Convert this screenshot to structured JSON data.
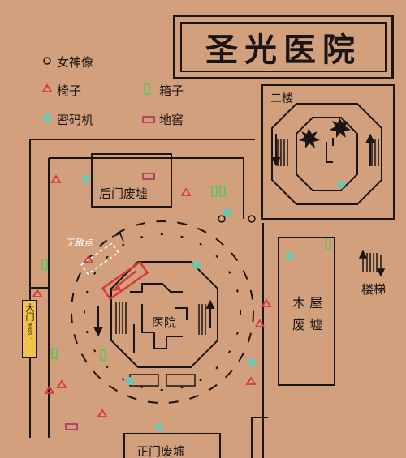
{
  "title": "圣光医院",
  "legend": {
    "goddess": "女神像",
    "chair": "椅子",
    "box": "箱子",
    "cipher": "密码机",
    "cellar": "地窖"
  },
  "areas": {
    "second_floor": "二楼",
    "back_gate_ruins": "后门废墟",
    "front_gate_ruins": "正门废墟",
    "wooden_house_ruins_1": "木 屋",
    "wooden_house_ruins_2": "废 墟",
    "hospital": "医院",
    "stairs": "楼梯",
    "no_enemy_spot": "无敌点",
    "main_gate": "大门",
    "main_gate_sub": "/医院门"
  },
  "colors": {
    "background": "#d3a07e",
    "line": "#1a1412",
    "chair": "#d63a3a",
    "box": "#5fc35f",
    "cipher": "#6cc7b1",
    "cellar": "#b23a64",
    "gate_sign": "#f1c24c"
  }
}
